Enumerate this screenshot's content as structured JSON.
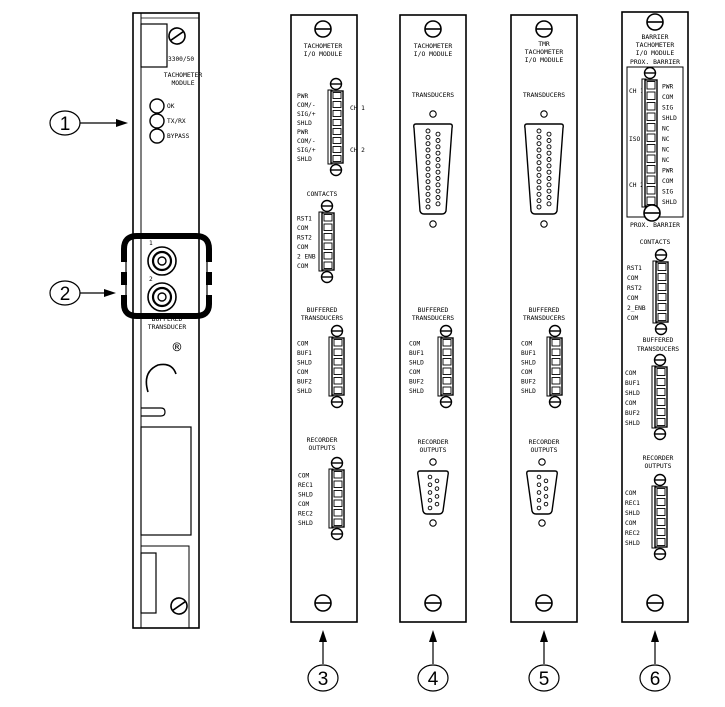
{
  "module1": {
    "model": "3300/50",
    "title": [
      "TACHOMETER",
      "MODULE"
    ],
    "leds": [
      "OK",
      "TX/RX",
      "BYPASS"
    ],
    "buffered_label": [
      "BUFFERED",
      "TRANSDUCER"
    ],
    "registered_mark": "®",
    "connector_tags": [
      "1",
      "2"
    ]
  },
  "panel3": {
    "title": [
      "TACHOMETER",
      "I/O MODULE"
    ],
    "terminals_top": [
      "PWR",
      "COM/-",
      "SIG/+",
      "SHLD",
      "PWR",
      "COM/-",
      "SIG/+",
      "SHLD"
    ],
    "ch_tags": [
      "CH 1",
      "CH 2"
    ],
    "contacts_label": "CONTACTS",
    "contacts": [
      "RST1",
      "COM",
      "RST2",
      "COM",
      "2 ENB",
      "COM"
    ],
    "buffered_label": [
      "BUFFERED",
      "TRANSDUCERS"
    ],
    "buffered": [
      "COM",
      "BUF1",
      "SHLD",
      "COM",
      "BUF2",
      "SHLD"
    ],
    "recorder_label": [
      "RECORDER",
      "OUTPUTS"
    ],
    "recorder": [
      "COM",
      "REC1",
      "SHLD",
      "COM",
      "REC2",
      "SHLD"
    ]
  },
  "panel4": {
    "title": [
      "TACHOMETER",
      "I/O MODULE"
    ],
    "transducers_label": "TRANSDUCERS",
    "buffered_label": [
      "BUFFERED",
      "TRANSDUCERS"
    ],
    "buffered": [
      "COM",
      "BUF1",
      "SHLD",
      "COM",
      "BUF2",
      "SHLD"
    ],
    "recorder_label": [
      "RECORDER",
      "OUTPUTS"
    ]
  },
  "panel5": {
    "title": [
      "TMR",
      "TACHOMETER",
      "I/O MODULE"
    ],
    "transducers_label": "TRANSDUCERS",
    "buffered_label": [
      "BUFFERED",
      "TRANSDUCERS"
    ],
    "buffered": [
      "COM",
      "BUF1",
      "SHLD",
      "COM",
      "BUF2",
      "SHLD"
    ],
    "recorder_label": [
      "RECORDER",
      "OUTPUTS"
    ]
  },
  "panel6": {
    "title": [
      "BARRIER",
      "TACHOMETER",
      "I/O MODULE"
    ],
    "barrier_top": "PROX. BARRIER",
    "terminals_top": [
      "PWR",
      "COM",
      "SIG",
      "SHLD",
      "NC",
      "NC",
      "NC",
      "NC",
      "PWR",
      "COM",
      "SIG",
      "SHLD"
    ],
    "ch_tags": [
      "CH 1",
      "ISO",
      "CH 2"
    ],
    "barrier_bottom": "PROX. BARRIER",
    "contacts_label": "CONTACTS",
    "contacts": [
      "RST1",
      "COM",
      "RST2",
      "COM",
      "2_ENB",
      "COM"
    ],
    "buffered_label": [
      "BUFFERED",
      "TRANSDUCERS"
    ],
    "buffered": [
      "COM",
      "BUF1",
      "SHLD",
      "COM",
      "BUF2",
      "SHLD"
    ],
    "recorder_label": [
      "RECORDER",
      "OUTPUTS"
    ],
    "recorder": [
      "COM",
      "REC1",
      "SHLD",
      "COM",
      "REC2",
      "SHLD"
    ]
  },
  "callouts": [
    "1",
    "2",
    "3",
    "4",
    "5",
    "6"
  ]
}
